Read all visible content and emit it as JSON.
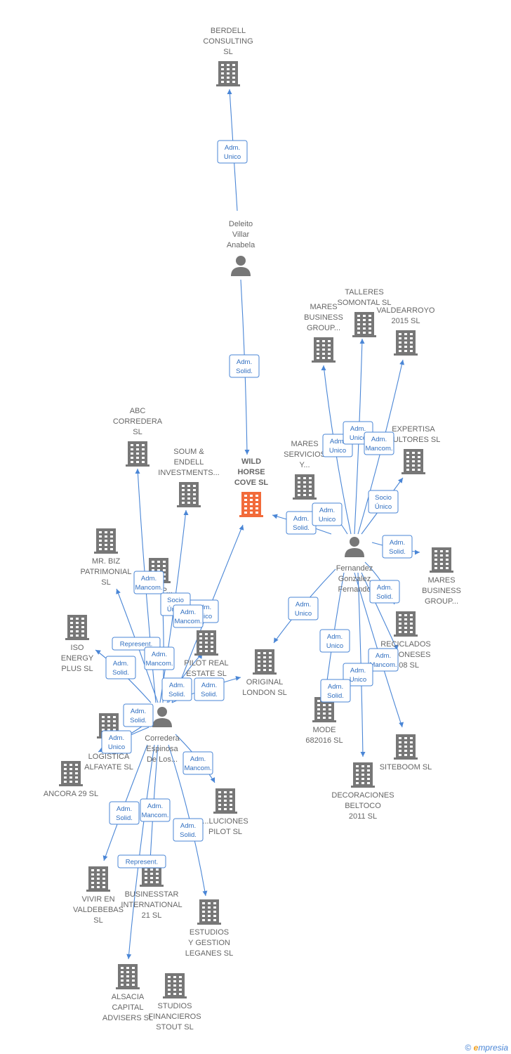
{
  "colors": {
    "company": "#777777",
    "center": "#f26b3a",
    "person": "#777777",
    "edge": "#4a86d6"
  },
  "footer": {
    "copyright": "©",
    "brand_initial": "e",
    "brand_rest": "mpresia"
  },
  "nodes": [
    {
      "id": "berdell",
      "type": "company",
      "lines": [
        "BERDELL",
        "CONSULTING",
        "SL"
      ]
    },
    {
      "id": "deleito",
      "type": "person",
      "lines": [
        "Deleito",
        "Villar",
        "Anabela"
      ]
    },
    {
      "id": "wild",
      "type": "center",
      "lines": [
        "WILD",
        "HORSE",
        "COVE  SL"
      ]
    },
    {
      "id": "talleres",
      "type": "company",
      "lines": [
        "TALLERES",
        "SOMONTAL SL"
      ]
    },
    {
      "id": "mares1",
      "type": "company",
      "lines": [
        "MARES",
        "BUSINESS",
        "GROUP..."
      ]
    },
    {
      "id": "valdearroyo",
      "type": "company",
      "lines": [
        "VALDEARROYO",
        "2015  SL"
      ]
    },
    {
      "id": "expertisa",
      "type": "company",
      "lines": [
        "EXPERTISA",
        "...ULTORES SL"
      ]
    },
    {
      "id": "mares_serv",
      "type": "company",
      "lines": [
        "MARES",
        "SERVICIOS",
        "Y..."
      ]
    },
    {
      "id": "fernandez",
      "type": "person",
      "lines": [
        "Fernandez",
        "Gonzalez",
        "Fernando"
      ]
    },
    {
      "id": "mares2",
      "type": "company",
      "lines": [
        "MARES",
        "BUSINESS",
        "GROUP..."
      ]
    },
    {
      "id": "reciclados",
      "type": "company",
      "lines": [
        "RECICLADOS",
        "...AGONESES",
        "...08 SL"
      ]
    },
    {
      "id": "original",
      "type": "company",
      "lines": [
        "ORIGINAL",
        "LONDON  SL"
      ]
    },
    {
      "id": "mode",
      "type": "company",
      "lines": [
        "MODE",
        "682016  SL"
      ]
    },
    {
      "id": "siteboom",
      "type": "company",
      "lines": [
        "SITEBOOM  SL"
      ]
    },
    {
      "id": "decoraciones",
      "type": "company",
      "lines": [
        "DECORACIONES",
        "BELTOCO",
        "2011 SL"
      ]
    },
    {
      "id": "abc",
      "type": "company",
      "lines": [
        "ABC",
        "CORREDERA",
        "SL"
      ]
    },
    {
      "id": "soum",
      "type": "company",
      "lines": [
        "SOUM &",
        "ENDELL",
        "INVESTMENTS..."
      ]
    },
    {
      "id": "mrbiz",
      "type": "company",
      "lines": [
        "MR.  BIZ",
        "PATRIMONIAL",
        "SL"
      ]
    },
    {
      "id": "grup",
      "type": "company",
      "lines": [
        "GRUP..."
      ]
    },
    {
      "id": "iso",
      "type": "company",
      "lines": [
        "ISO",
        "ENERGY",
        "PLUS  SL"
      ]
    },
    {
      "id": "pilot_re",
      "type": "company",
      "lines": [
        "PILOT REAL",
        "ESTATE  SL"
      ]
    },
    {
      "id": "corredera",
      "type": "person",
      "lines": [
        "Corredera",
        "Espinosa",
        "De Los..."
      ]
    },
    {
      "id": "ir_log",
      "type": "company",
      "lines": [
        "IR...",
        "LOGISTICA",
        "ALFAYATE  SL"
      ]
    },
    {
      "id": "ancora",
      "type": "company",
      "lines": [
        "ANCORA 29  SL"
      ]
    },
    {
      "id": "soluciones",
      "type": "company",
      "lines": [
        "...LUCIONES",
        "PILOT SL"
      ]
    },
    {
      "id": "vivir",
      "type": "company",
      "lines": [
        "VIVIR EN",
        "VALDEBEBAS",
        "SL"
      ]
    },
    {
      "id": "businesstar",
      "type": "company",
      "lines": [
        "BUSINESSTAR",
        "INTERNATIONAL",
        "21  SL"
      ]
    },
    {
      "id": "estudios",
      "type": "company",
      "lines": [
        "ESTUDIOS",
        "Y GESTION",
        "LEGANES  SL"
      ]
    },
    {
      "id": "alsacia",
      "type": "company",
      "lines": [
        "ALSACIA",
        "CAPITAL",
        "ADVISERS  SL"
      ]
    },
    {
      "id": "studios",
      "type": "company",
      "lines": [
        "STUDIOS",
        "FINANCIEROS",
        "STOUT  SL"
      ]
    }
  ],
  "edges": [
    {
      "from": "deleito",
      "to": "berdell",
      "role": [
        "Adm.",
        "Unico"
      ]
    },
    {
      "from": "deleito",
      "to": "wild",
      "role": [
        "Adm.",
        "Solid."
      ]
    },
    {
      "from": "fernandez",
      "to": "wild",
      "role": [
        "Adm.",
        "Solid."
      ]
    },
    {
      "from": "fernandez",
      "to": "mares_serv",
      "role": [
        "Adm.",
        "Unico"
      ]
    },
    {
      "from": "fernandez",
      "to": "mares1",
      "role": [
        "Adm.",
        "Unico"
      ]
    },
    {
      "from": "fernandez",
      "to": "talleres",
      "role": [
        "Adm.",
        "Unico"
      ]
    },
    {
      "from": "fernandez",
      "to": "valdearroyo",
      "role": [
        "Adm.",
        "Mancom."
      ]
    },
    {
      "from": "fernandez",
      "to": "expertisa",
      "role": [
        "Socio",
        "Único"
      ]
    },
    {
      "from": "fernandez",
      "to": "mares2",
      "role": [
        "Adm.",
        "Solid."
      ]
    },
    {
      "from": "fernandez",
      "to": "reciclados",
      "role": [
        "Adm.",
        "Solid."
      ]
    },
    {
      "from": "fernandez",
      "to": "original",
      "role": [
        "Adm.",
        "Mancom."
      ]
    },
    {
      "from": "fernandez",
      "to": "mode",
      "role": [
        "Adm.",
        "Unico"
      ]
    },
    {
      "from": "fernandez",
      "to": "siteboom",
      "role": [
        "Adm.",
        "Unico"
      ]
    },
    {
      "from": "fernandez",
      "to": "decoraciones",
      "role": [
        "Adm.",
        "Unico"
      ]
    },
    {
      "from": "corredera",
      "to": "wild",
      "role": [
        "Adm.",
        "Solid."
      ]
    },
    {
      "from": "corredera",
      "to": "abc",
      "role": [
        "Adm.",
        "Unico"
      ]
    },
    {
      "from": "corredera",
      "to": "soum",
      "role": [
        "Adm.",
        "Mancom."
      ]
    },
    {
      "from": "corredera",
      "to": "grup",
      "role": [
        "Socio",
        "Único"
      ]
    },
    {
      "from": "corredera",
      "to": "mrbiz",
      "role": [
        "Adm.",
        "Mancom."
      ]
    },
    {
      "from": "corredera",
      "to": "iso",
      "role": [
        "Represent."
      ]
    },
    {
      "from": "corredera",
      "to": "pilot_re",
      "role": [
        "Adm.",
        "Solid."
      ]
    },
    {
      "from": "corredera",
      "to": "original",
      "role": [
        "Adm.",
        "Mancom."
      ]
    },
    {
      "from": "corredera",
      "to": "pilot_re",
      "role": [
        "Adm.",
        "Solid."
      ]
    },
    {
      "from": "corredera",
      "to": "ir_log",
      "role": [
        "Adm.",
        "Solid."
      ]
    },
    {
      "from": "corredera",
      "to": "ancora",
      "role": [
        "Adm.",
        "Solid."
      ]
    },
    {
      "from": "corredera",
      "to": "soluciones",
      "role": [
        "Adm.",
        "Unico"
      ]
    },
    {
      "from": "corredera",
      "to": "vivir",
      "role": [
        "Adm.",
        "Mancom."
      ]
    },
    {
      "from": "corredera",
      "to": "businesstar",
      "role": [
        "Adm.",
        "Solid."
      ]
    },
    {
      "from": "corredera",
      "to": "estudios",
      "role": [
        "Adm.",
        "Mancom."
      ]
    },
    {
      "from": "corredera",
      "to": "alsacia",
      "role": [
        "Adm.",
        "Solid."
      ]
    },
    {
      "from": "corredera",
      "to": "studios",
      "role": [
        "Represent."
      ]
    }
  ]
}
